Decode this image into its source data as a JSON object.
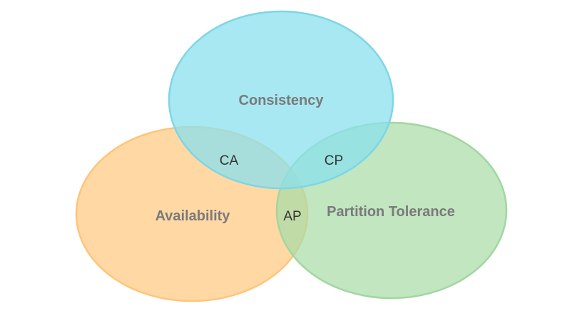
{
  "diagram": {
    "type": "venn",
    "sets": [
      {
        "id": "consistency",
        "label": "Consistency",
        "fill": "#89e0ee",
        "stroke": "#7dd6e6"
      },
      {
        "id": "availability",
        "label": "Availability",
        "fill": "#ffcb85",
        "stroke": "#ffc57a"
      },
      {
        "id": "partition",
        "label": "Partition Tolerance",
        "fill": "#a9dca8",
        "stroke": "#a2d6a1"
      }
    ],
    "overlaps": [
      {
        "id": "ca",
        "label": "CA",
        "sets": [
          "consistency",
          "availability"
        ]
      },
      {
        "id": "cp",
        "label": "CP",
        "sets": [
          "consistency",
          "partition"
        ]
      },
      {
        "id": "ap",
        "label": "AP",
        "sets": [
          "availability",
          "partition"
        ]
      }
    ]
  }
}
